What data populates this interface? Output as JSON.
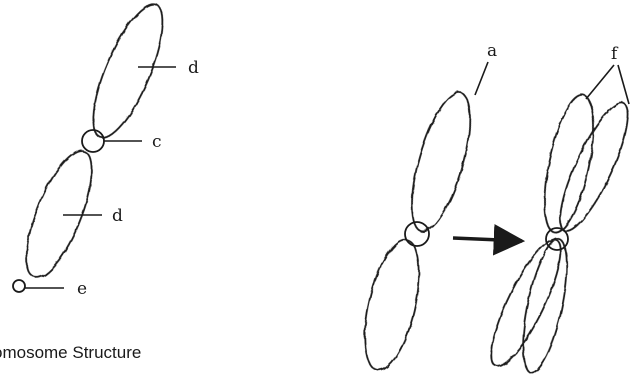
{
  "labels": {
    "d_upper": "d",
    "c": "c",
    "d_lower": "d",
    "e": "e",
    "a": "a",
    "f": "f"
  },
  "caption": "omosome Structure"
}
